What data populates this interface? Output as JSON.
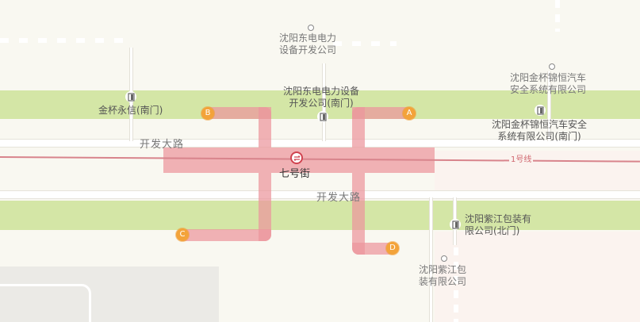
{
  "map": {
    "roads": [
      {
        "id": "kaifa-north",
        "label": "开发大路"
      },
      {
        "id": "kaifa-south",
        "label": "开发大路"
      }
    ],
    "metro": {
      "line_label": "1号线",
      "line_color": "#d0434f",
      "station": {
        "name": "七号街",
        "icon": "metro-station-icon"
      }
    },
    "exits": [
      {
        "id": "A",
        "label": "A"
      },
      {
        "id": "B",
        "label": "B"
      },
      {
        "id": "C",
        "label": "C"
      },
      {
        "id": "D",
        "label": "D"
      }
    ],
    "pois": [
      {
        "id": "dongdian-company",
        "lines": [
          "沈阳东电电力",
          "设备开发公司"
        ],
        "icon": "poi-dot-icon"
      },
      {
        "id": "dongdian-south-gate",
        "lines": [
          "沈阳东电电力设备",
          "开发公司(南门)"
        ],
        "icon": "gate-icon"
      },
      {
        "id": "jinbei-yongxin-south-gate",
        "lines": [
          "金杯永信(南门)"
        ],
        "icon": "gate-icon"
      },
      {
        "id": "jinbei-jinheng-company",
        "lines": [
          "沈阳金杯锦恒汽车",
          "安全系统有限公司"
        ],
        "icon": "poi-dot-icon"
      },
      {
        "id": "jinbei-jinheng-south-gate",
        "lines": [
          "沈阳金杯锦恒汽车安全",
          "系统有限公司(南门)"
        ],
        "icon": "gate-icon"
      },
      {
        "id": "zijiang-north-gate",
        "lines": [
          "沈阳紫江包装有",
          "限公司(北门)"
        ],
        "icon": "gate-icon"
      },
      {
        "id": "zijiang-company",
        "lines": [
          "沈阳紫江包",
          "装有限公司"
        ],
        "icon": "poi-dot-icon"
      }
    ],
    "colors": {
      "background": "#f9f8f1",
      "green_belt": "#d4e6a6",
      "route_highlight": "#ec969c",
      "exit_marker": "#f3a33a",
      "metro_line": "#d8848c"
    }
  }
}
